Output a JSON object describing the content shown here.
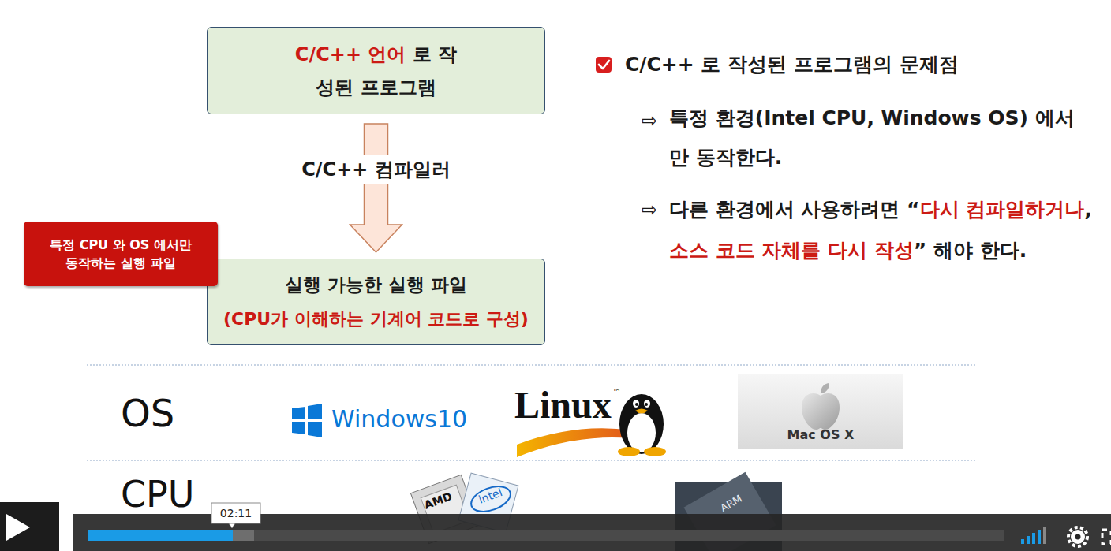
{
  "diagram": {
    "nodes": [
      {
        "text": [
          "C/C++ 언어",
          "로 작성된 프로그램"
        ]
      },
      {
        "text": [
          "특정 CPU 와 OS 에서만 동작하는 실행 파일"
        ]
      },
      {
        "text": [
          "실행 가능한 실행 파일",
          "(CPU가 이해하는 기계어 코드로 구성)"
        ]
      }
    ],
    "edges": [
      {
        "from": 0,
        "to": 2,
        "label": "C/C++ 컴파일러",
        "arrow": "to"
      }
    ],
    "labels": [
      "C/C++ 로 작성된 프로그램의 문제점",
      "⇨",
      "특정 환경(Intel CPU, Windows OS) 에서만 동작한다.",
      "⇨",
      "다른 환경에서 사용하려면 “",
      "다시 컴파일하거나",
      ",",
      "소스 코드 자체를 다시 작성",
      "” 해야 한다.",
      "OS",
      "Windows10",
      "Linux",
      "™",
      "Mac OS X",
      "CPU",
      "AMD",
      "intel",
      "ARM",
      "02:11"
    ]
  }
}
